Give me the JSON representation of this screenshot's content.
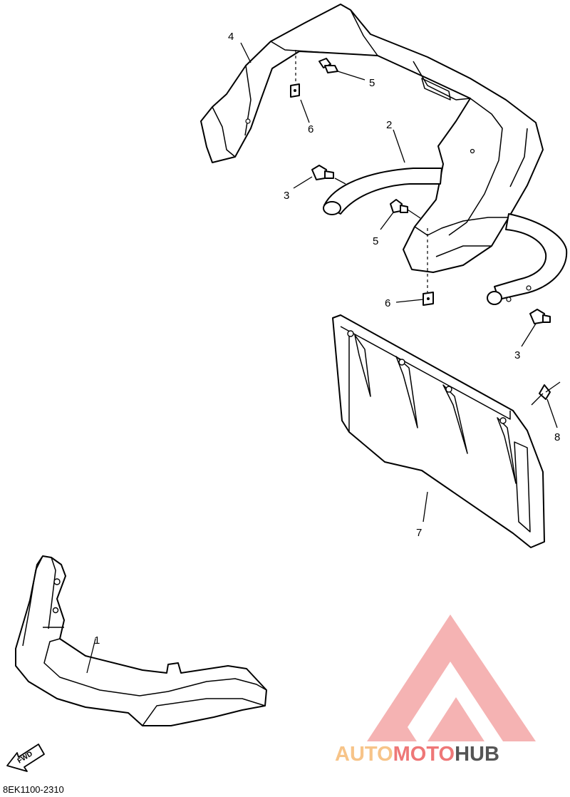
{
  "diagram_code": "8EK1100-2310",
  "fwd_label": "FWD",
  "watermark": {
    "part1": "AUTO",
    "part2": "MOTO",
    "part3": "HUB",
    "color_light": "#f7c489",
    "color_red": "#ee7777",
    "color_dark": "#555555"
  },
  "callouts": {
    "c1": "1",
    "c2": "2",
    "c3a": "3",
    "c3b": "3",
    "c4": "4",
    "c5a": "5",
    "c5b": "5",
    "c6a": "6",
    "c6b": "6",
    "c7": "7",
    "c8": "8"
  }
}
